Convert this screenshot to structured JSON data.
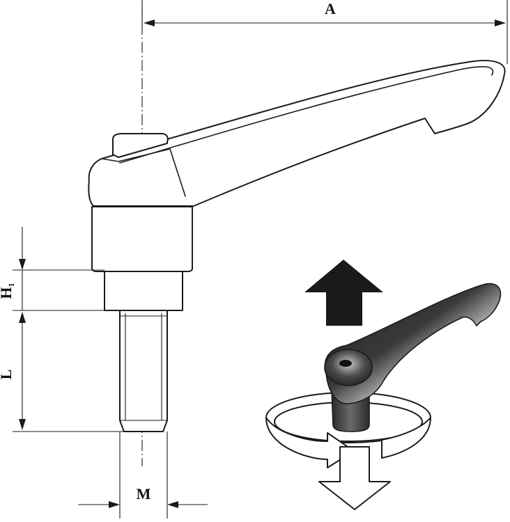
{
  "dimensions": {
    "A": "A",
    "H1_main": "H",
    "H1_sub": "1",
    "L": "L",
    "M": "M"
  },
  "colors": {
    "line": "#1a1a1a",
    "background": "#ffffff",
    "handle_dark": "#2b2b2b",
    "arrow_fill": "#1a1a1a"
  },
  "icons": {
    "up_arrow": "arrow-up-icon",
    "rotate": "rotate-icon",
    "down_arrow": "arrow-down-icon"
  }
}
